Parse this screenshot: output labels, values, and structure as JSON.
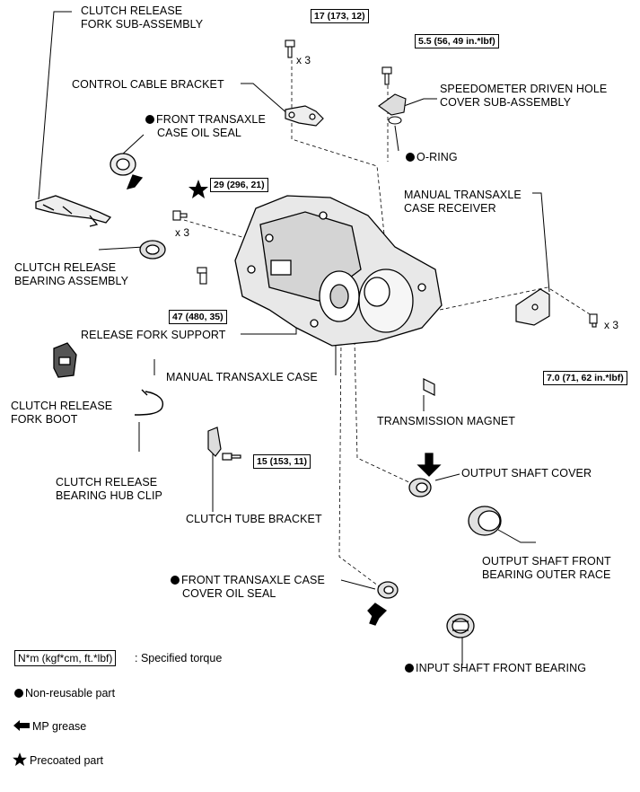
{
  "labels": {
    "clutch_release_fork": [
      "CLUTCH RELEASE",
      "FORK SUB-ASSEMBLY"
    ],
    "control_cable_bracket": "CONTROL CABLE BRACKET",
    "front_transaxle_case_oil_seal": [
      "FRONT TRANSAXLE",
      "CASE OIL SEAL"
    ],
    "speedometer": [
      "SPEEDOMETER DRIVEN HOLE",
      "COVER SUB-ASSEMBLY"
    ],
    "o_ring": "O-RING",
    "manual_transaxle_case_receiver": [
      "MANUAL TRANSAXLE",
      "CASE RECEIVER"
    ],
    "clutch_release_bearing_assembly": [
      "CLUTCH RELEASE",
      "BEARING ASSEMBLY"
    ],
    "release_fork_support": "RELEASE FORK SUPPORT",
    "manual_transaxle_case": "MANUAL TRANSAXLE CASE",
    "clutch_release_fork_boot": [
      "CLUTCH RELEASE",
      "FORK BOOT"
    ],
    "transmission_magnet": "TRANSMISSION MAGNET",
    "output_shaft_cover": "OUTPUT SHAFT COVER",
    "clutch_release_bearing_hub_clip": [
      "CLUTCH RELEASE",
      "BEARING HUB CLIP"
    ],
    "clutch_tube_bracket": "CLUTCH TUBE BRACKET",
    "output_shaft_front_bearing_outer_race": [
      "OUTPUT SHAFT FRONT",
      "BEARING OUTER RACE"
    ],
    "front_transaxle_case_cover_oil_seal": [
      "FRONT TRANSAXLE CASE",
      "COVER OIL SEAL"
    ],
    "input_shaft_front_bearing": "INPUT SHAFT FRONT BEARING"
  },
  "torques": {
    "t17": "17 (173, 12)",
    "t55": "5.5 (56, 49 in.*lbf)",
    "t29": "29 (296, 21)",
    "t47": "47 (480, 35)",
    "t70": "7.0 (71, 62 in.*lbf)",
    "t15": "15 (153, 11)"
  },
  "quantities": {
    "q1": "x 3",
    "q2": "x 3",
    "q3": "x 3"
  },
  "legend": {
    "torque_box": "N*m (kgf*cm, ft.*lbf)",
    "torque_text": ": Specified torque",
    "non_reusable": "Non-reusable part",
    "mp_grease": "MP grease",
    "precoated": "Precoated part"
  }
}
